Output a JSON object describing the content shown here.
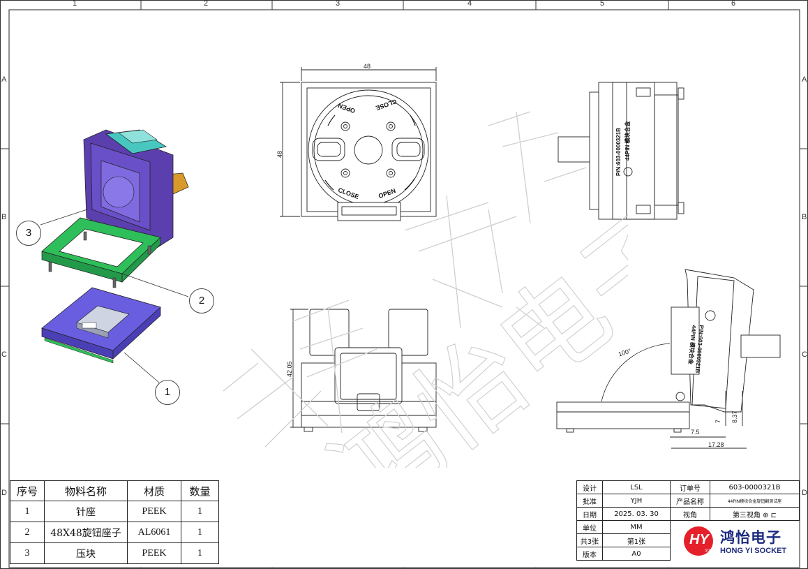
{
  "sheet": {
    "columns": [
      "1",
      "2",
      "3",
      "4",
      "5",
      "6"
    ],
    "rows": [
      "A",
      "B",
      "C",
      "D"
    ]
  },
  "bom": {
    "headers": [
      "序号",
      "物料名称",
      "材质",
      "数量"
    ],
    "rows": [
      {
        "no": "1",
        "name": "针座",
        "material": "PEEK",
        "qty": "1"
      },
      {
        "no": "2",
        "name": "48X48旋钮座子",
        "material": "AL6061",
        "qty": "1"
      },
      {
        "no": "3",
        "name": "压块",
        "material": "PEEK",
        "qty": "1"
      }
    ]
  },
  "title_block": {
    "design_label": "设计",
    "design_value": "LSL",
    "order_label": "订单号",
    "order_value": "603-0000321B",
    "approve_label": "批准",
    "approve_value": "YJH",
    "product_label": "产品名称",
    "product_value": "44PIN模块合金旋钮翻测试座",
    "date_label": "日期",
    "date_value": "2025. 03. 30",
    "view_label": "视角",
    "view_value": "第三视角",
    "unit_label": "单位",
    "unit_value": "MM",
    "sheets_label": "共3张",
    "sheet_value": "第1张",
    "rev_label": "版本",
    "rev_value": "A0"
  },
  "logo": {
    "mark": "HY",
    "mark_small": "SOCKET",
    "name_cn": "鸿怡电子",
    "name_en": "HONG YI SOCKET"
  },
  "watermark": "鸿怡电子",
  "callouts": [
    "1",
    "2",
    "3"
  ],
  "dimensions": {
    "top_width": "48",
    "top_height": "48",
    "front_height": "42.05",
    "angle": "100°",
    "d1": "7.5",
    "d2": "17.28",
    "d3": "7",
    "d4": "8.37"
  },
  "engravings": {
    "open": "OPEN",
    "close": "CLOSE",
    "pn": "P/N:603-0000321B",
    "pin": "44PIN 模块合金"
  },
  "colors": {
    "logo_red": "#e5202a",
    "logo_blue": "#1d2b80",
    "purple": "#6a50c8",
    "green": "#2fbf5a",
    "teal": "#47c7c0",
    "orange": "#d89a2a"
  }
}
